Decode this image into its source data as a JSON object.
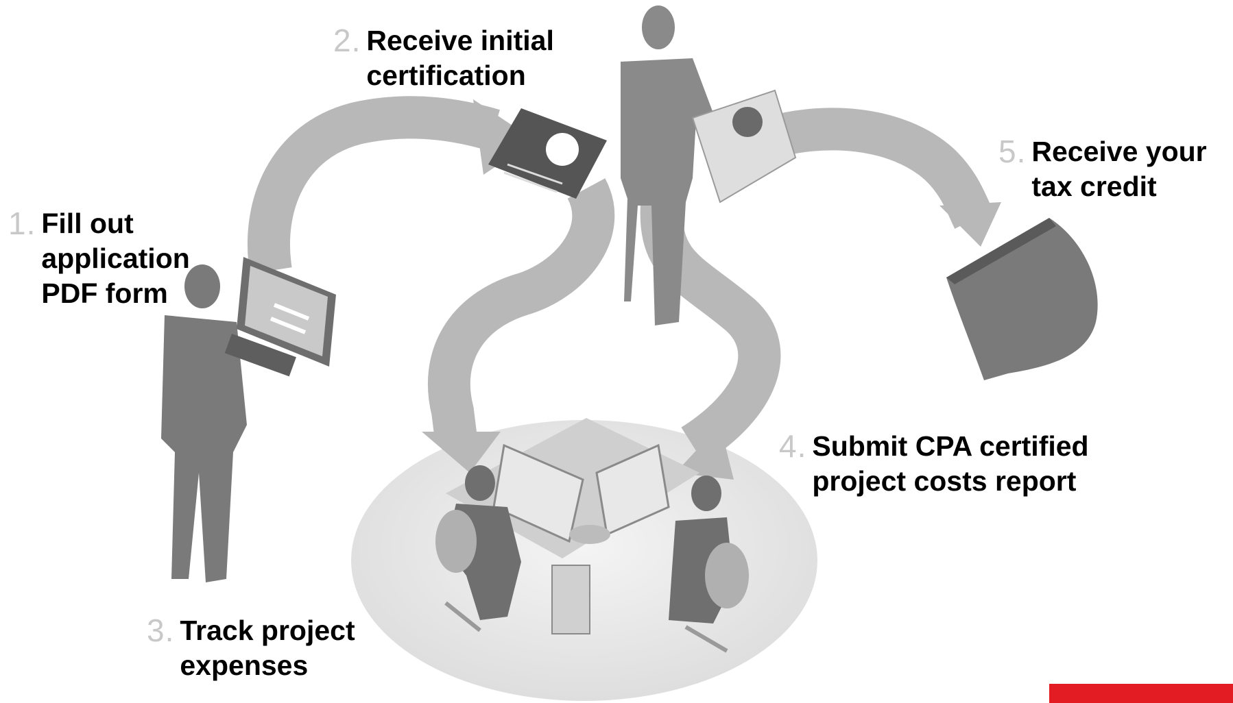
{
  "steps": [
    {
      "num": "1.",
      "label": "Fill out\napplication\nPDF form"
    },
    {
      "num": "2.",
      "label": "Receive initial\ncertification"
    },
    {
      "num": "3.",
      "label": "Track project\nexpenses"
    },
    {
      "num": "4.",
      "label": "Submit CPA certified\nproject costs report"
    },
    {
      "num": "5.",
      "label": "Receive your\ntax credit"
    }
  ],
  "colors": {
    "arrow": "#bdbdbd",
    "arrow_dark": "#9a9a9a",
    "figure": "#7a7a7a",
    "document": "#5a5a5a",
    "platform": "#ececec",
    "step_number": "#c8c8c8",
    "accent_bar": "#e31b23"
  }
}
